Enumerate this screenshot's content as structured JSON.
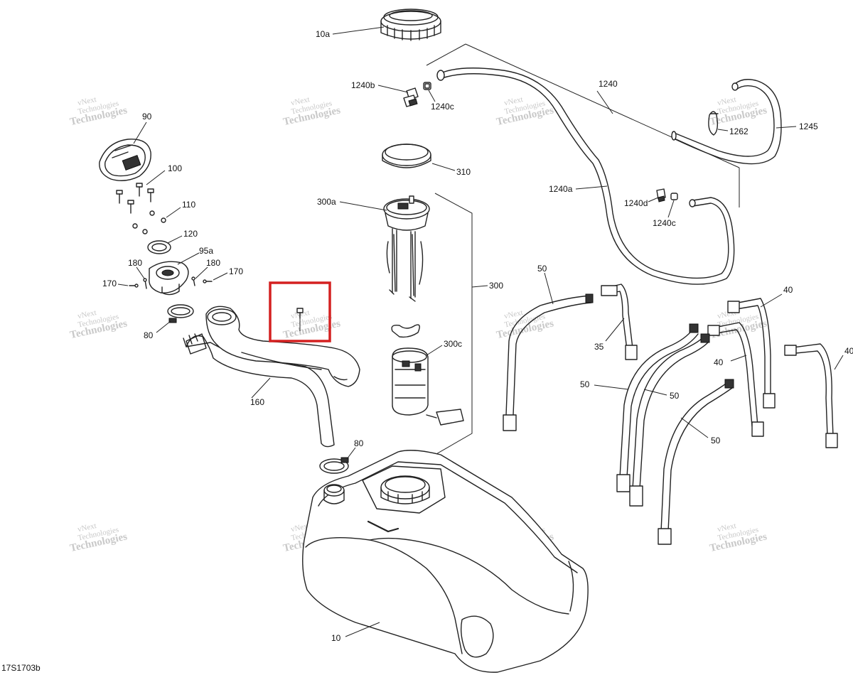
{
  "diagram_id": "17S1703b",
  "watermark": {
    "line1": "vNext",
    "line2": "Technologies"
  },
  "labels": {
    "l10a": "10a",
    "l1240b": "1240b",
    "l1240c_top": "1240c",
    "l1240": "1240",
    "l1245": "1245",
    "l1262": "1262",
    "l90": "90",
    "l100": "100",
    "l110": "110",
    "l120": "120",
    "l95a": "95a",
    "l180_left": "180",
    "l180_right": "180",
    "l170_left": "170",
    "l170_right": "170",
    "l80_left": "80",
    "l80_bottom": "80",
    "l160": "160",
    "l310": "310",
    "l300a": "300a",
    "l300": "300",
    "l300c": "300c",
    "l1240a": "1240a",
    "l1240d": "1240d",
    "l1240c_bottom": "1240c",
    "l50_top": "50",
    "l35": "35",
    "l40_top": "40",
    "l40_right": "40",
    "l40_mid": "40",
    "l50_left": "50",
    "l50_mid": "50",
    "l50_bottom": "50",
    "l10": "10"
  },
  "highlight_color": "#d42020"
}
